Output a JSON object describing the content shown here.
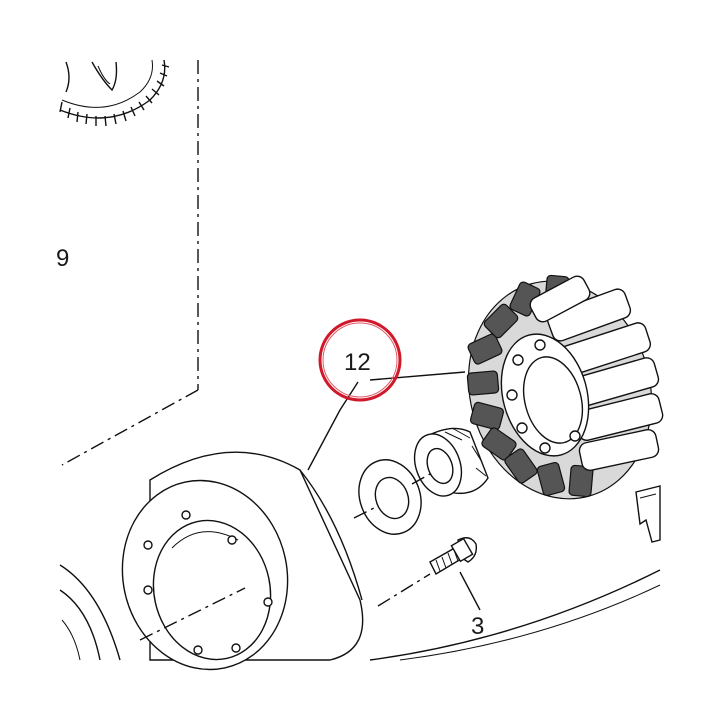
{
  "callouts": {
    "part_9": "9",
    "part_12": "12",
    "part_3": "3"
  },
  "colors": {
    "highlight_ring": "#d0192b",
    "line": "#111111",
    "background": "#ffffff"
  }
}
